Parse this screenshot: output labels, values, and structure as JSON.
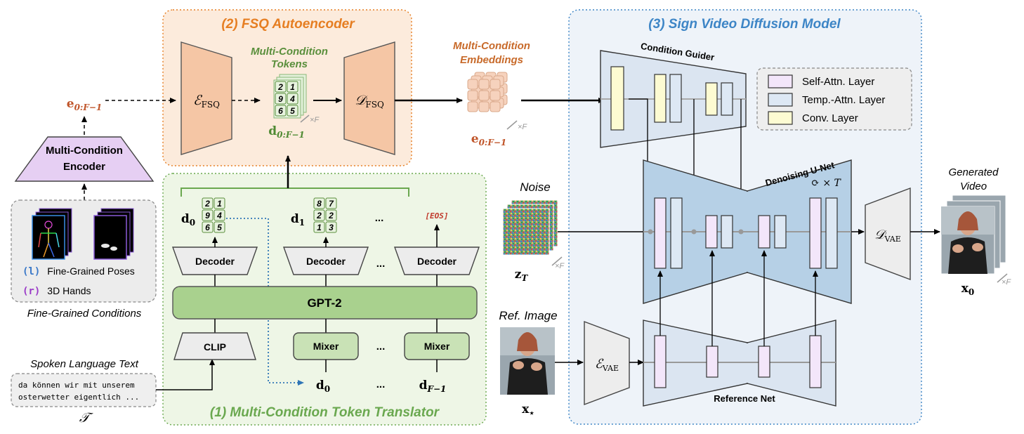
{
  "sections": {
    "fsq": {
      "title": "(2) FSQ Autoencoder",
      "color": "#e67e22"
    },
    "translator": {
      "title": "(1) Multi-Condition Token Translator",
      "color": "#6aa84f"
    },
    "diffusion": {
      "title": "(3) Sign Video Diffusion Model",
      "color": "#3d85c6"
    }
  },
  "fsq": {
    "encoder": "ℰ",
    "encoder_sub": "FSQ",
    "decoder": "𝒟",
    "decoder_sub": "FSQ",
    "tokens_label_1": "Multi-Condition",
    "tokens_label_2": "Tokens",
    "token_grid": [
      "2",
      "1",
      "9",
      "4",
      "6",
      "5"
    ],
    "tokens_var": "d",
    "tokens_var_sub": "0:F−1",
    "times_f": "×F"
  },
  "embeddings": {
    "label_1": "Multi-Condition",
    "label_2": "Embeddings",
    "var": "e",
    "var_sub": "0:F−1",
    "times_f": "×F"
  },
  "left": {
    "input_var": "e",
    "input_var_sub": "0:F−1",
    "encoder_1": "Multi-Condition",
    "encoder_2": "Encoder",
    "cond1_tag": "(l)",
    "cond1_label": "Fine-Grained Poses",
    "cond2_tag": "(r)",
    "cond2_label": "3D Hands",
    "conditions_caption": "Fine-Grained Conditions",
    "text_caption": "Spoken Language Text",
    "text_line_1": "da können wir mit unserem",
    "text_line_2": "osterwetter eigentlich ...",
    "text_symbol": "𝒯"
  },
  "translator": {
    "gpt": "GPT-2",
    "clip": "CLIP",
    "decoder": "Decoder",
    "mixer": "Mixer",
    "ellipsis": "...",
    "eos": "[EOS]",
    "d0_grid": [
      "2",
      "1",
      "9",
      "4",
      "6",
      "5"
    ],
    "d1_grid": [
      "8",
      "7",
      "2",
      "2",
      "1",
      "3"
    ],
    "d0": "d",
    "d0_sub": "0",
    "d1": "d",
    "d1_sub": "1",
    "dF": "d",
    "dF_sub": "F−1"
  },
  "diffusion": {
    "guider": "Condition Guider",
    "unet": "Denoising U-Net",
    "loop": "⟳ × T",
    "refnet": "Reference Net",
    "noise": "Noise",
    "noise_var": "z",
    "noise_var_sub": "T",
    "ref_caption": "Ref. Image",
    "ref_var": "x",
    "ref_var_sub": "⋆",
    "vae_enc": "ℰ",
    "vae_enc_sub": "VAE",
    "vae_dec": "𝒟",
    "vae_dec_sub": "VAE",
    "out_1": "Generated",
    "out_2": "Video",
    "out_var": "x",
    "out_var_sub": "0",
    "times_f": "×F"
  },
  "legend": [
    {
      "label": "Self-Attn. Layer",
      "color": "#f3e6fa"
    },
    {
      "label": "Temp.-Attn. Layer",
      "color": "#dde8f4"
    },
    {
      "label": "Conv. Layer",
      "color": "#fdfbd2"
    }
  ]
}
